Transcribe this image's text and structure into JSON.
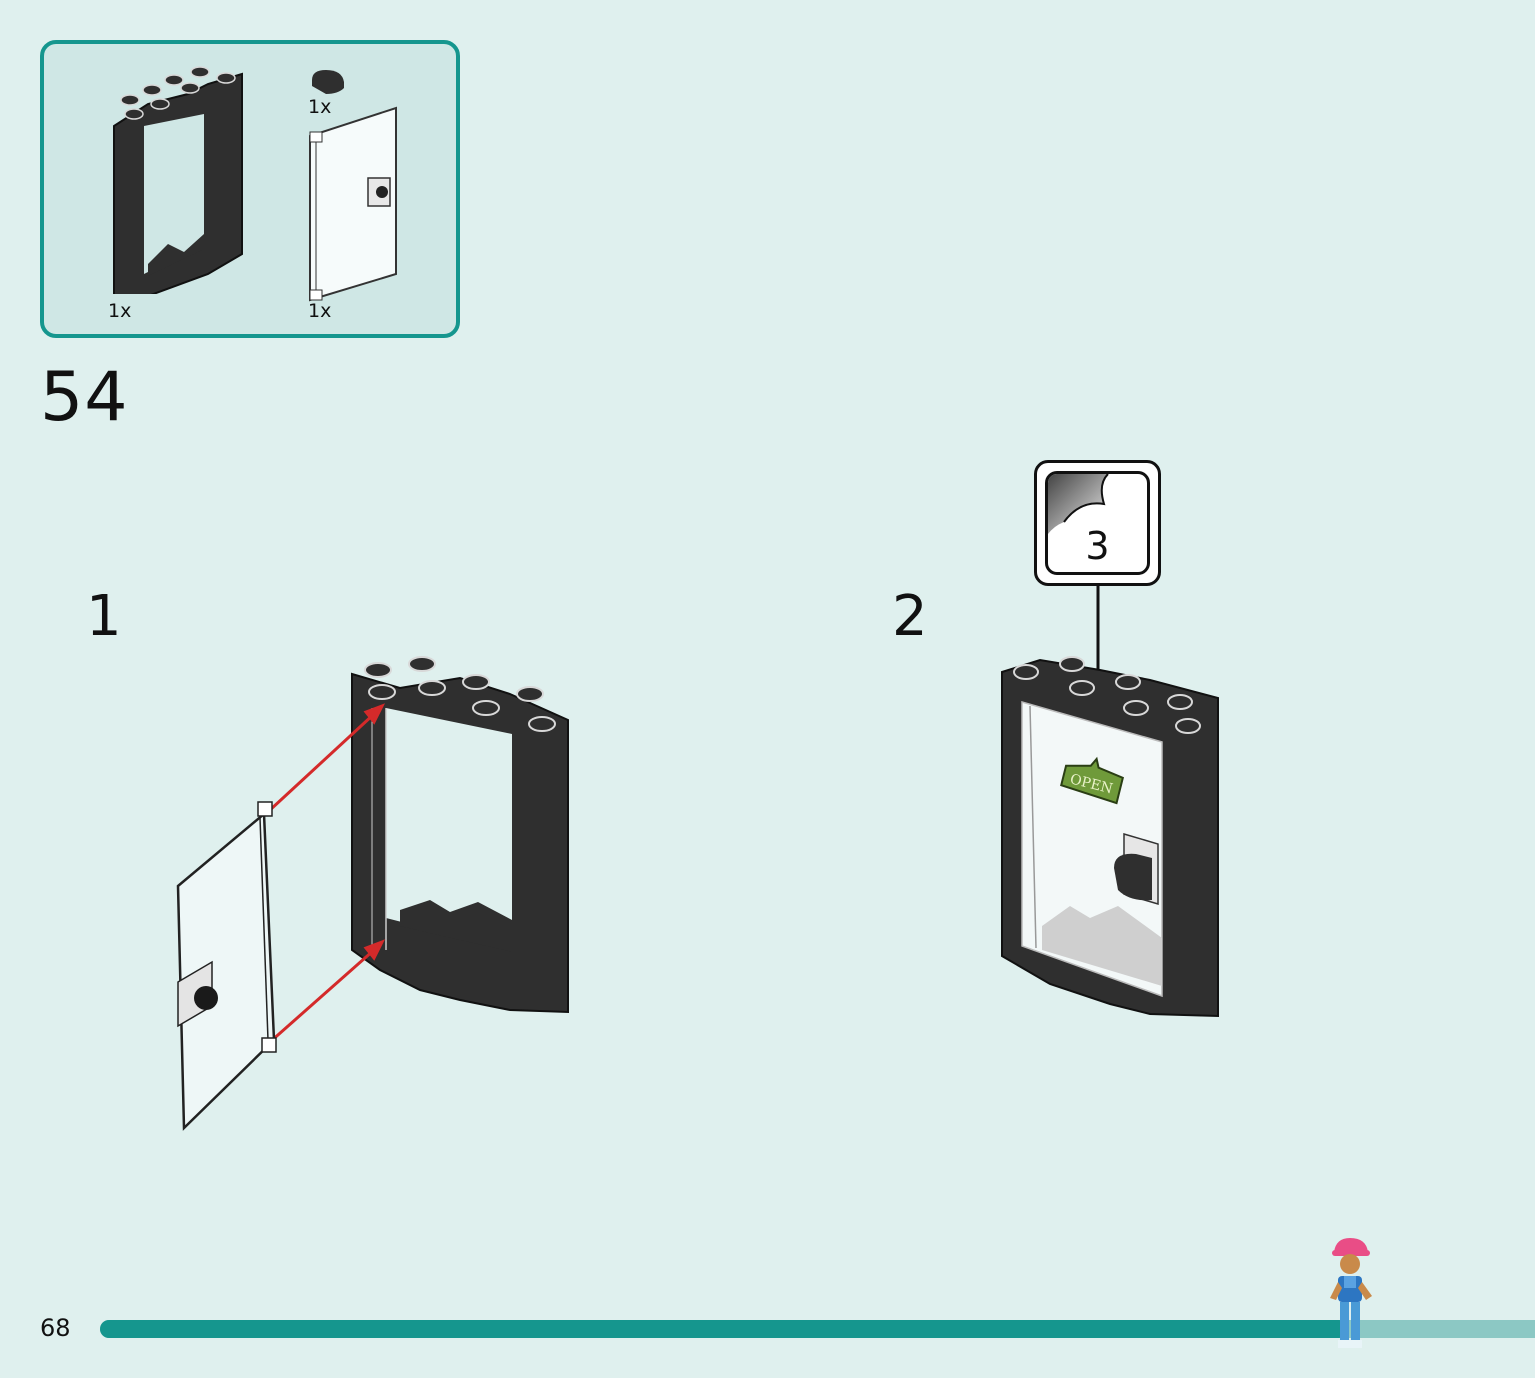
{
  "parts_list": {
    "items": [
      {
        "name": "door frame",
        "qty": "1x"
      },
      {
        "name": "round tile",
        "qty": "1x"
      },
      {
        "name": "door",
        "qty": "1x"
      }
    ]
  },
  "step": {
    "number": "54"
  },
  "sub_steps": [
    {
      "number": "1"
    },
    {
      "number": "2"
    }
  ],
  "sticker": {
    "number": "3",
    "text": "OPEN"
  },
  "footer": {
    "page_number": "68",
    "progress": 0.87
  },
  "colors": {
    "background": "#dff0ee",
    "accent": "#15968e",
    "brick": "#2f2f2f",
    "arrow": "#d42a2a",
    "sticker_green": "#6f9a3a"
  }
}
